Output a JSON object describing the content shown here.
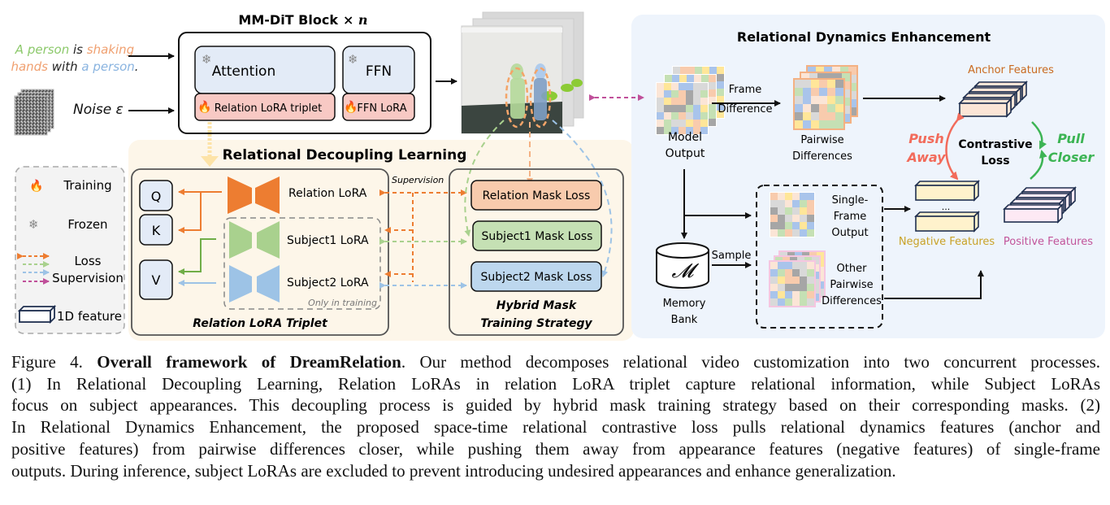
{
  "prompt": {
    "parts": [
      {
        "text": "A person",
        "color": "#8cc96b"
      },
      {
        "text": " is ",
        "color": "#222222"
      },
      {
        "text": "shaking",
        "color": "#f0a070"
      },
      {
        "text": "hands",
        "color": "#f0a070"
      },
      {
        "text": " with ",
        "color": "#222222"
      },
      {
        "text": "a person",
        "color": "#8ab4e0"
      },
      {
        "text": ".",
        "color": "#222222"
      }
    ]
  },
  "noise_label": "Noise ε",
  "mmdit": {
    "title": "MM-DiT Block",
    "times": "× n",
    "attention": "Attention",
    "ffn": "FFN",
    "relation_lora_triplet": "Relation LoRA triplet",
    "ffn_lora": "FFN LoRA"
  },
  "legend": {
    "training": "Training",
    "frozen": "Frozen",
    "loss_line1": "Loss",
    "loss_line2": "Supervision",
    "feature": "1D feature"
  },
  "rdl": {
    "title": "Relational Decoupling Learning",
    "q": "Q",
    "k": "K",
    "v": "V",
    "relation_lora": "Relation LoRA",
    "subject1_lora": "Subject1 LoRA",
    "subject2_lora": "Subject2 LoRA",
    "only_in_training": "Only in training",
    "triplet_title": "Relation LoRA Triplet",
    "supervision": "Supervision",
    "relation_mask_loss": "Relation Mask Loss",
    "subject1_mask_loss": "Subject1 Mask Loss",
    "subject2_mask_loss": "Subject2 Mask Loss",
    "hybrid_line1": "Hybrid Mask",
    "hybrid_line2": "Training Strategy"
  },
  "rde": {
    "title": "Relational Dynamics Enhancement",
    "model_output_1": "Model",
    "model_output_2": "Output",
    "frame_diff_1": "Frame",
    "frame_diff_2": "Difference",
    "pairwise_1": "Pairwise",
    "pairwise_2": "Differences",
    "anchor": "Anchor Features",
    "push_1": "Push",
    "push_2": "Away",
    "contrastive_1": "Contrastive",
    "contrastive_2": "Loss",
    "pull_1": "Pull",
    "pull_2": "Closer",
    "single_1": "Single-",
    "single_2": "Frame",
    "single_3": "Output",
    "other_1": "Other",
    "other_2": "Pairwise",
    "other_3": "Differences",
    "sample": "Sample",
    "memory_1": "Memory",
    "memory_2": "Bank",
    "memory_symbol": "𝓜",
    "ellipsis": "...",
    "negative": "Negative Features",
    "positive": "Positive Features"
  },
  "colors": {
    "relation_orange": "#ed7d31",
    "subject1_green": "#a9d18e",
    "subject2_blue": "#9dc3e6",
    "mask_purple": "#c0509a",
    "rdl_bg": "#fdf6e9",
    "rde_bg": "#eef4fc",
    "push_red": "#f26b5b",
    "pull_green": "#3cb454",
    "anchor_text": "#c96a1f",
    "negative_text": "#c9a227",
    "positive_text": "#c2549a"
  },
  "caption": {
    "label": "Figure 4.",
    "bold": "Overall framework of DreamRelation",
    "lines": [
      ". Our method decomposes relational video customization into two concurrent processes.",
      "(1) In Relational Decoupling Learning, Relation LoRAs in relation LoRA triplet capture relational information, while Subject LoRAs",
      "focus on subject appearances. This decoupling process is guided by hybrid mask training strategy based on their corresponding masks. (2)",
      "In Relational Dynamics Enhancement, the proposed space-time relational contrastive loss pulls relational dynamics features (anchor and",
      "positive features) from pairwise differences closer, while pushing them away from appearance features (negative features) of single-frame",
      "outputs. During inference, subject LoRAs are excluded to prevent introducing undesired appearances and enhance generalization."
    ]
  }
}
